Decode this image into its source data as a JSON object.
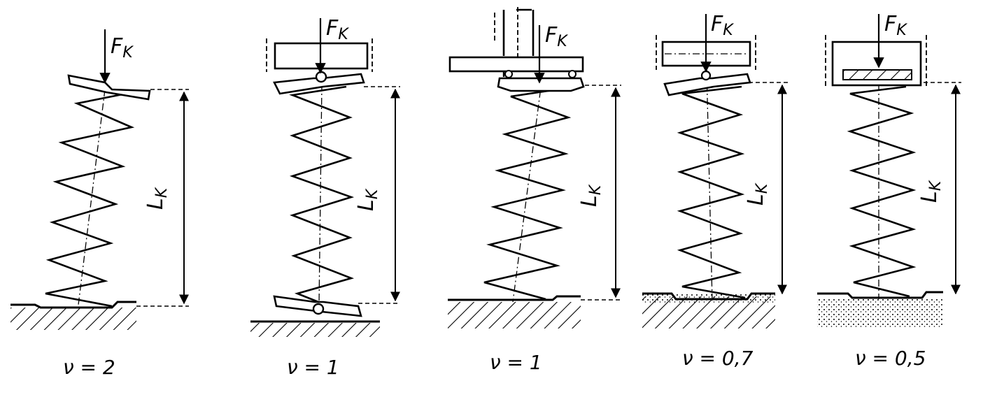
{
  "figure": {
    "force_symbol": "F",
    "force_subscript": "K",
    "length_symbol": "L",
    "length_subscript": "K",
    "cases": [
      {
        "nu_label": "ν = 2"
      },
      {
        "nu_label": "ν = 1"
      },
      {
        "nu_label": "ν = 1"
      },
      {
        "nu_label": "ν = 0,7"
      },
      {
        "nu_label": "ν = 0,5"
      }
    ]
  }
}
